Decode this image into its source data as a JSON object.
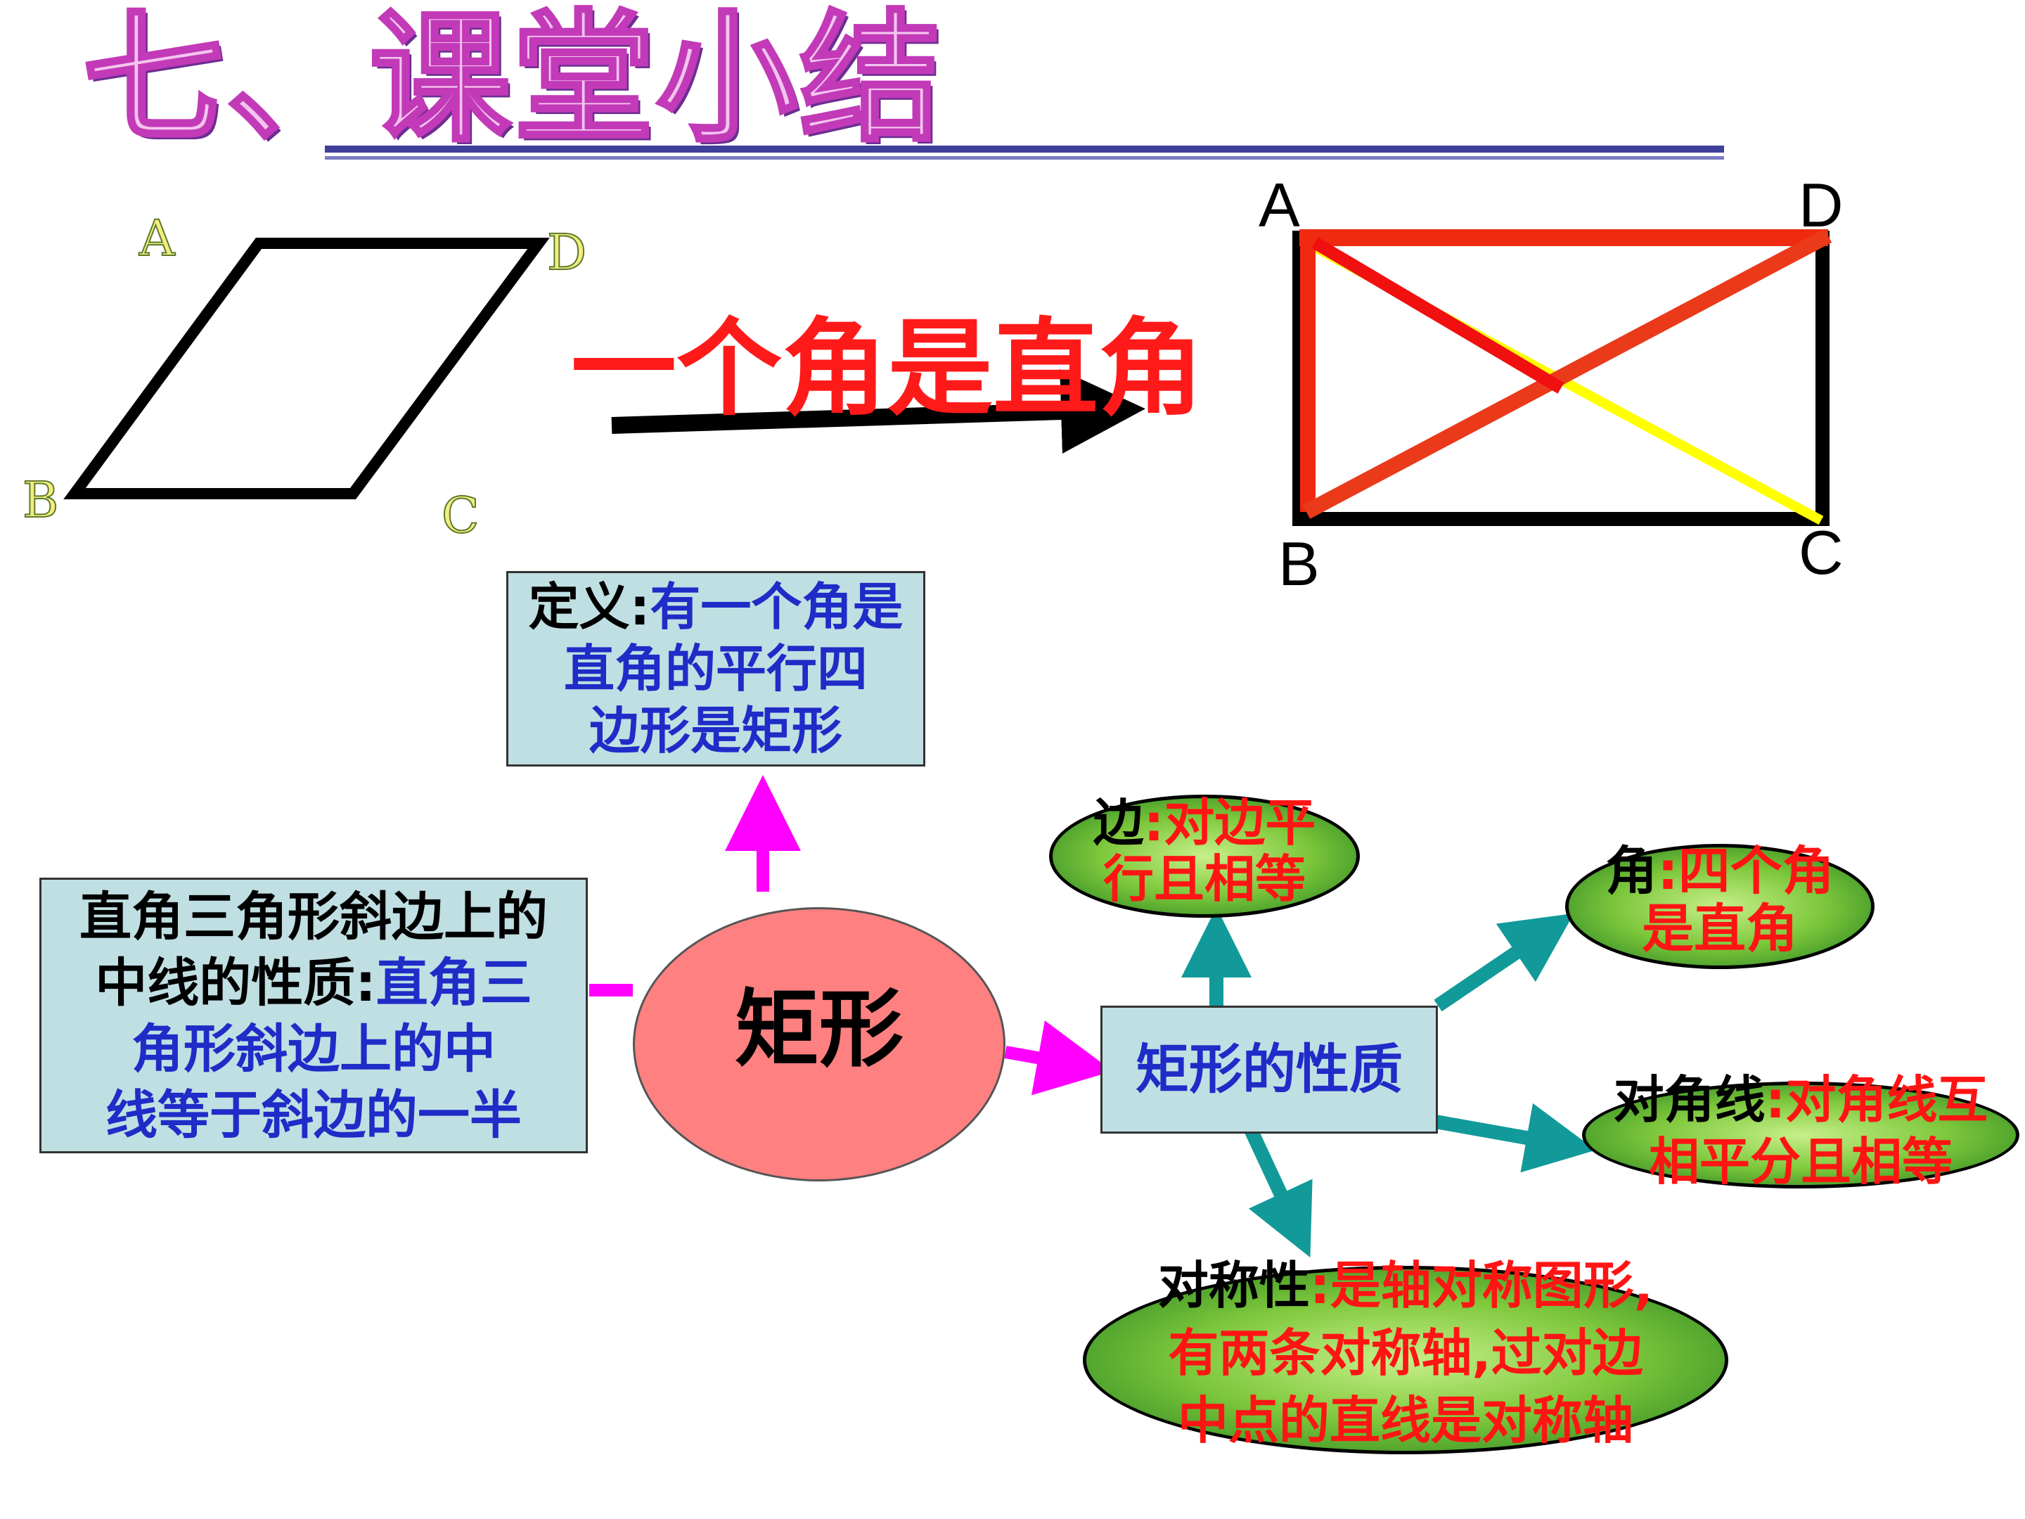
{
  "title": "七、课堂小结",
  "parallelogram_labels": {
    "a": "A",
    "b": "B",
    "c": "C",
    "d": "D"
  },
  "condition_text": "一个角是直角",
  "rectangle_labels": {
    "a": "A",
    "b": "B",
    "c": "C",
    "d": "D"
  },
  "definition": {
    "key": "定义:",
    "lines": [
      "有一个角是",
      "直角的平行四",
      "边形是矩形"
    ]
  },
  "center_node": "矩形",
  "median_property": {
    "lines": [
      "直角三角形斜边上的",
      "中线的性质:"
    ],
    "value_lines": [
      "直角三",
      "角形斜边上的中",
      "线等于斜边的一半"
    ]
  },
  "properties_node": "矩形的性质",
  "sides": {
    "key": "边",
    "value": ":对边平",
    "value_line2": "行且相等"
  },
  "angles": {
    "key": "角",
    "value": ":四个角",
    "value_line2": "是直角"
  },
  "diagonals": {
    "key": "对角线",
    "value": ":对角线互",
    "value_line2": "相平分且相等"
  },
  "symmetry": {
    "key": "对称性",
    "value": ":是轴对称图形,",
    "value_line2": "有两条对称轴,过对边",
    "value_line3": "中点的直线是对称轴"
  },
  "colors": {
    "title_fill": "#f3c4ee",
    "title_stroke": "#c23ab8",
    "condition": "#ff1a1a",
    "definition_text": "#1f2cc7",
    "property_text": "#ff1414",
    "box_fill": "#c0dfe3",
    "center_fill": "#ff8080",
    "magenta_arrow": "#ff00ff",
    "teal_arrow": "#129a9a",
    "rect_diagonal_red": "#f02a10",
    "rect_diagonal_yellow": "#ffff00"
  }
}
